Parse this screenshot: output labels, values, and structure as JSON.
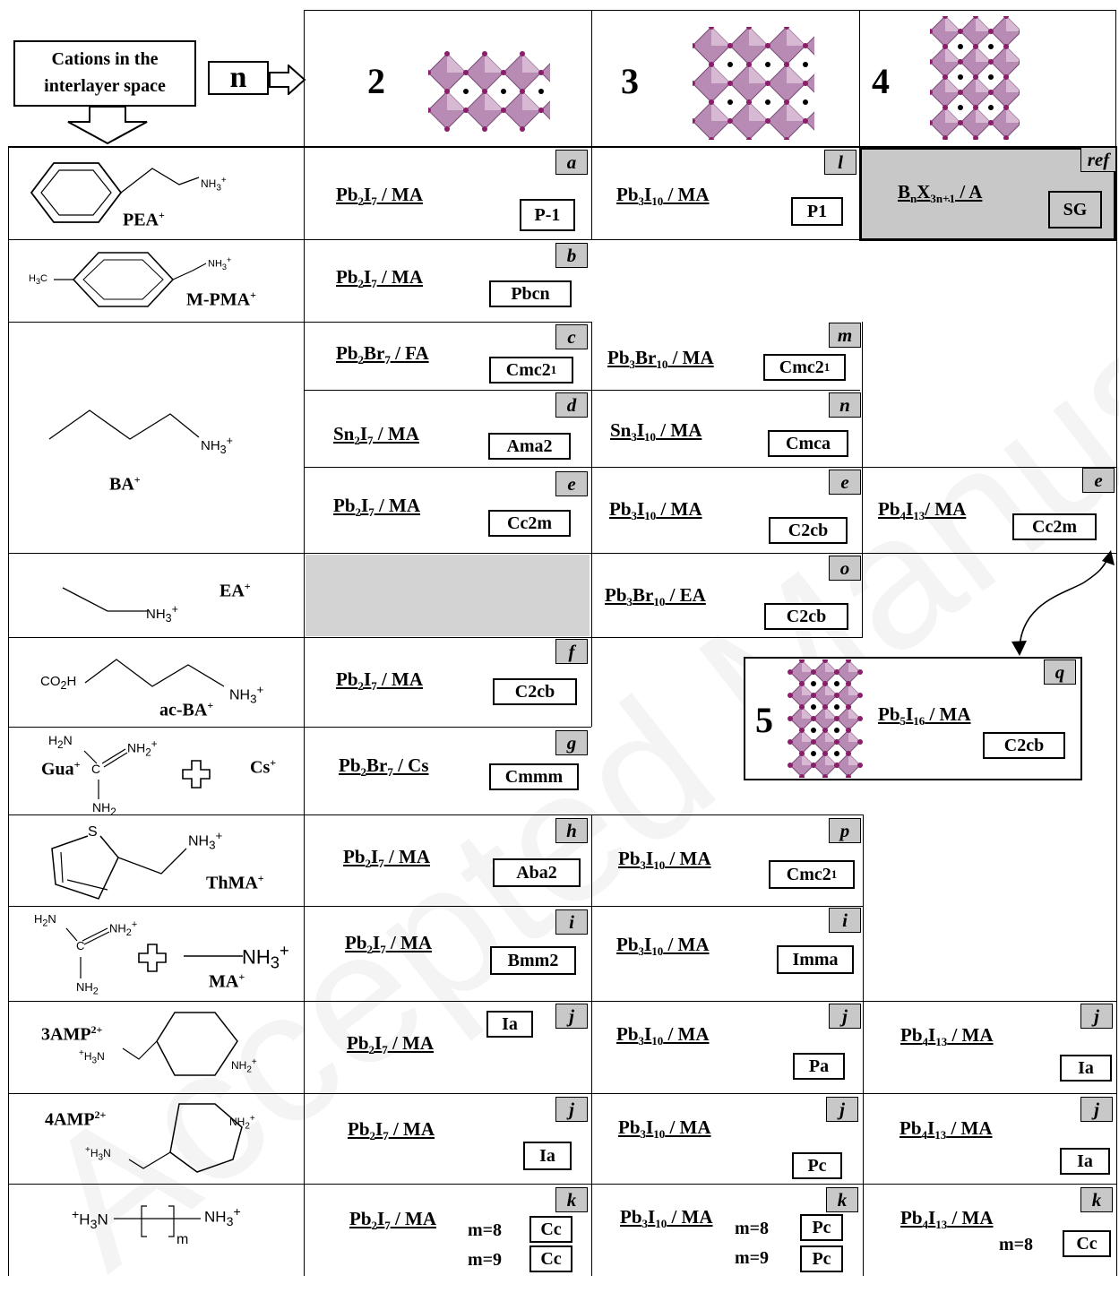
{
  "header": {
    "cations_label_line1": "Cations in the",
    "cations_label_line2": "interlayer space",
    "n_label": "n",
    "n_values": [
      "2",
      "3",
      "4",
      "5"
    ]
  },
  "cations": [
    {
      "name": "PEA",
      "charge": "+"
    },
    {
      "name": "M-PMA",
      "charge": "+"
    },
    {
      "name": "BA",
      "charge": "+"
    },
    {
      "name": "EA",
      "charge": "+"
    },
    {
      "name": "ac-BA",
      "charge": "+"
    },
    {
      "name": "Gua",
      "charge": "+",
      "second": "Cs",
      "second_charge": "+"
    },
    {
      "name": "ThMA",
      "charge": "+"
    },
    {
      "name": "MA",
      "charge": "+"
    },
    {
      "name": "3AMP",
      "charge": "2+"
    },
    {
      "name": "4AMP",
      "charge": "2+"
    }
  ],
  "legend": {
    "formula": "B",
    "sub1": "n",
    "x": "X",
    "sub2": "3n+1",
    "a": " / A",
    "sg": "SG",
    "ref": "ref"
  },
  "cells": {
    "r1c2": {
      "ref": "a",
      "p1": "Pb",
      "s1": "2",
      "p2": "I",
      "s2": "7",
      "p3": " / MA",
      "sg": "P-1"
    },
    "r1c3": {
      "ref": "l",
      "p1": "Pb",
      "s1": "3",
      "p2": "I",
      "s2": "10",
      "p3": " / MA",
      "sg": "P1"
    },
    "r2c2": {
      "ref": "b",
      "p1": "Pb",
      "s1": "2",
      "p2": "I",
      "s2": "7",
      "p3": " / MA",
      "sg": "Pbcn"
    },
    "r3c2": {
      "ref": "c",
      "p1": "Pb",
      "s1": "2",
      "p2": "Br",
      "s2": "7",
      "p3": " / FA",
      "sg": "Cmc2",
      "sgsub": "1"
    },
    "r3c3": {
      "ref": "m",
      "p1": "Pb",
      "s1": "3",
      "p2": "Br",
      "s2": "10",
      "p3": " / MA",
      "sg": "Cmc2",
      "sgsub": "1"
    },
    "r4c2": {
      "ref": "d",
      "p1": "Sn",
      "s1": "2",
      "p2": "I",
      "s2": "7",
      "p3": " / MA",
      "sg": "Ama2"
    },
    "r4c3": {
      "ref": "n",
      "p1": "Sn",
      "s1": "3",
      "p2": "I",
      "s2": "10",
      "p3": " / MA",
      "sg": "Cmca"
    },
    "r5c2": {
      "ref": "e",
      "p1": "Pb",
      "s1": "2",
      "p2": "I",
      "s2": "7",
      "p3": " / MA",
      "sg": "Cc2m"
    },
    "r5c3": {
      "ref": "e",
      "p1": "Pb",
      "s1": "3",
      "p2": "I",
      "s2": "10",
      "p3": " / MA",
      "sg": "C2cb"
    },
    "r5c4": {
      "ref": "e",
      "p1": "Pb",
      "s1": "4",
      "p2": "I",
      "s2": "13",
      "p3": "/ MA",
      "sg": "Cc2m"
    },
    "r6c3": {
      "ref": "o",
      "p1": "Pb",
      "s1": "3",
      "p2": "Br",
      "s2": "10",
      "p3": " / EA",
      "sg": "C2cb"
    },
    "r7c2": {
      "ref": "f",
      "p1": "Pb",
      "s1": "2",
      "p2": "I",
      "s2": "7",
      "p3": " / MA",
      "sg": "C2cb"
    },
    "r7n5": {
      "ref": "q",
      "p1": "Pb",
      "s1": "5",
      "p2": "I",
      "s2": "16",
      "p3": " / MA",
      "sg": "C2cb"
    },
    "r8c2": {
      "ref": "g",
      "p1": "Pb",
      "s1": "2",
      "p2": "Br",
      "s2": "7",
      "p3": " / Cs",
      "sg": "Cmmm"
    },
    "r9c2": {
      "ref": "h",
      "p1": "Pb",
      "s1": "2",
      "p2": "I",
      "s2": "7",
      "p3": " / MA",
      "sg": "Aba2"
    },
    "r9c3": {
      "ref": "p",
      "p1": "Pb",
      "s1": "3",
      "p2": "I",
      "s2": "10",
      "p3": " / MA",
      "sg": "Cmc2",
      "sgsub": "1"
    },
    "r10c2": {
      "ref": "i",
      "p1": "Pb",
      "s1": "2",
      "p2": "I",
      "s2": "7",
      "p3": " / MA",
      "sg": "Bmm2"
    },
    "r10c3": {
      "ref": "i",
      "p1": "Pb",
      "s1": "3",
      "p2": "I",
      "s2": "10",
      "p3": " / MA",
      "sg": "Imma"
    },
    "r11c2": {
      "ref": "j",
      "p1": "Pb",
      "s1": "2",
      "p2": "I",
      "s2": "7",
      "p3": " / MA",
      "sg": "Ia"
    },
    "r11c3": {
      "ref": "j",
      "p1": "Pb",
      "s1": "3",
      "p2": "I",
      "s2": "10",
      "p3": " / MA",
      "sg": "Pa"
    },
    "r11c4": {
      "ref": "j",
      "p1": "Pb",
      "s1": "4",
      "p2": "I",
      "s2": "13",
      "p3": " / MA",
      "sg": "Ia"
    },
    "r12c2": {
      "ref": "j",
      "p1": "Pb",
      "s1": "2",
      "p2": "I",
      "s2": "7",
      "p3": " / MA",
      "sg": "Ia"
    },
    "r12c3": {
      "ref": "j",
      "p1": "Pb",
      "s1": "3",
      "p2": "I",
      "s2": "10",
      "p3": " / MA",
      "sg": "Pc"
    },
    "r12c4": {
      "ref": "j",
      "p1": "Pb",
      "s1": "4",
      "p2": "I",
      "s2": "13",
      "p3": " / MA",
      "sg": "Ia"
    },
    "r13c2": {
      "ref": "k",
      "p1": "Pb",
      "s1": "2",
      "p2": "I",
      "s2": "7",
      "p3": " / MA",
      "m1": "m=8",
      "sg1": "Cc",
      "m2": "m=9",
      "sg2": "Cc"
    },
    "r13c3": {
      "ref": "k",
      "p1": "Pb",
      "s1": "3",
      "p2": "I",
      "s2": "10",
      "p3": " / MA",
      "m1": "m=8",
      "sg1": "Pc",
      "m2": "m=9",
      "sg2": "Pc"
    },
    "r13c4": {
      "ref": "k",
      "p1": "Pb",
      "s1": "4",
      "p2": "I",
      "s2": "13",
      "p3": " / MA",
      "m1": "m=8",
      "sg1": "Cc"
    }
  },
  "molecule_labels": {
    "nh3": "NH",
    "nh3_sub": "3",
    "plus": "+",
    "h3c": "H",
    "h3c_sub": "3",
    "h3c_c": "C",
    "co2h": "CO",
    "co2h_sub": "2",
    "co2h_h": "H",
    "h2n": "H",
    "h2n_sub": "2",
    "h2n_n": "N",
    "nh2": "NH",
    "nh2_sub": "2",
    "s": "S",
    "c": "C",
    "m": "m",
    "h3n": "H",
    "h3n_sub": "3",
    "h3n_n": "N"
  },
  "watermark": "Accepted Manuscript"
}
